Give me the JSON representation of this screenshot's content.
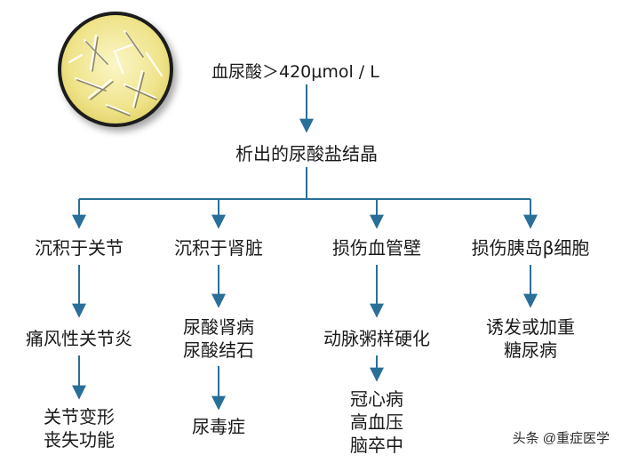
{
  "top_label": "血尿酸＞420μmol / L",
  "main_node": "析出的尿酸盐结晶",
  "branches": [
    {
      "title": "沉积于关节",
      "level2": [
        "痛风性关节炎"
      ],
      "level3": [
        "关节变形",
        "丧失功能"
      ]
    },
    {
      "title": "沉积于肾脏",
      "level2": [
        "尿酸肾病",
        "尿酸结石"
      ],
      "level3": [
        "尿毒症"
      ]
    },
    {
      "title": "损伤血管壁",
      "level2": [
        "动脉粥样硬化"
      ],
      "level3": [
        "冠心病",
        "高血压",
        "脑卒中"
      ]
    },
    {
      "title": "损伤胰岛β细胞",
      "level2": [
        "诱发或加重",
        "糖尿病"
      ],
      "level3": []
    }
  ],
  "watermark": "头条 @重症医学",
  "colors": {
    "arrow": "#2a6f99",
    "text": "#1a1a1a",
    "crystal_bg": "#f2ea96"
  }
}
